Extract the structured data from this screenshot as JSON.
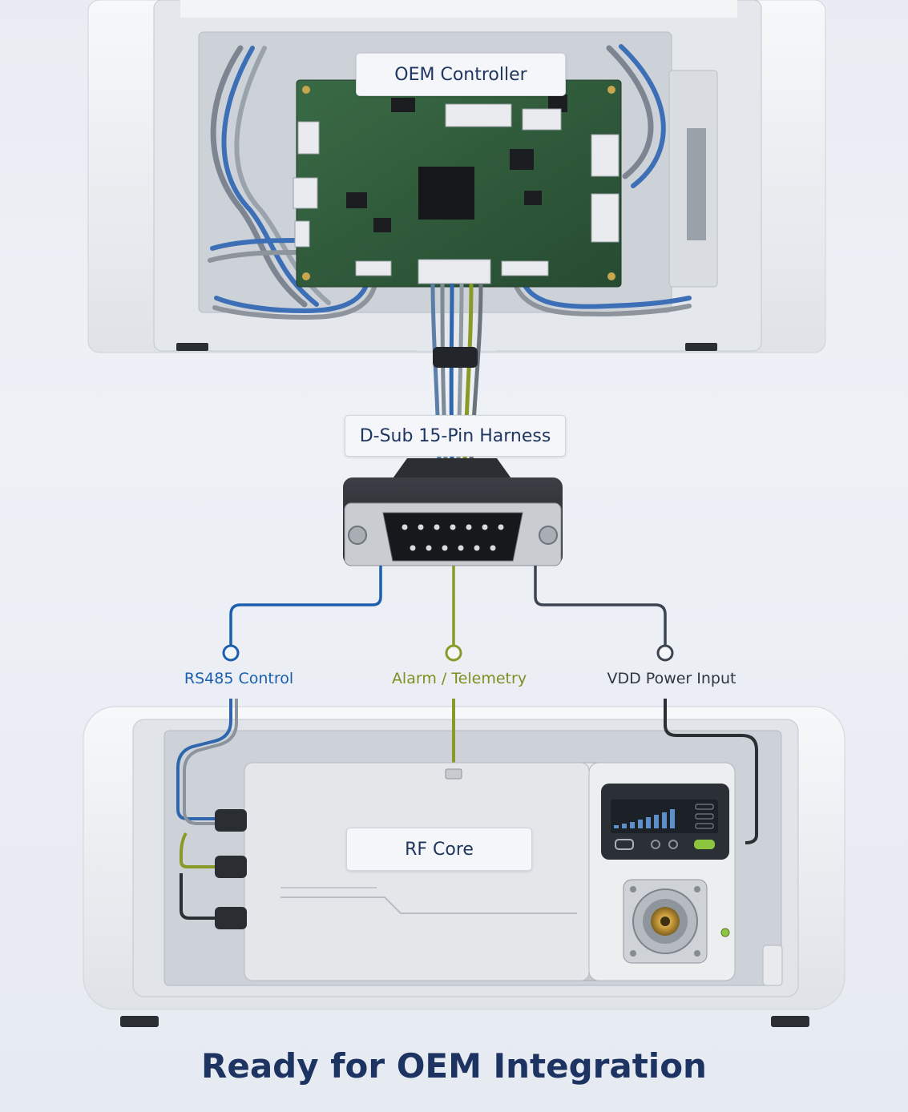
{
  "labels": {
    "controller": "OEM Controller",
    "harness": "D-Sub 15-Pin Harness",
    "rf_core": "RF Core"
  },
  "signals": {
    "rs485": "RS485 Control",
    "alarm": "Alarm / Telemetry",
    "vdd": "VDD Power Input"
  },
  "footer": {
    "title": "Ready for OEM Integration"
  },
  "colors": {
    "rs485": "#1c5fae",
    "alarm": "#8a9a28",
    "vdd": "#3b4450",
    "title": "#1d3463",
    "pcb": "#2f5a3b",
    "status_led": "#8cc63f"
  },
  "icons": {
    "controller_board": "pcb-board",
    "connector": "dsub-15-connector",
    "rf_output": "n-type-rf-connector",
    "display": "signal-bars-display"
  }
}
